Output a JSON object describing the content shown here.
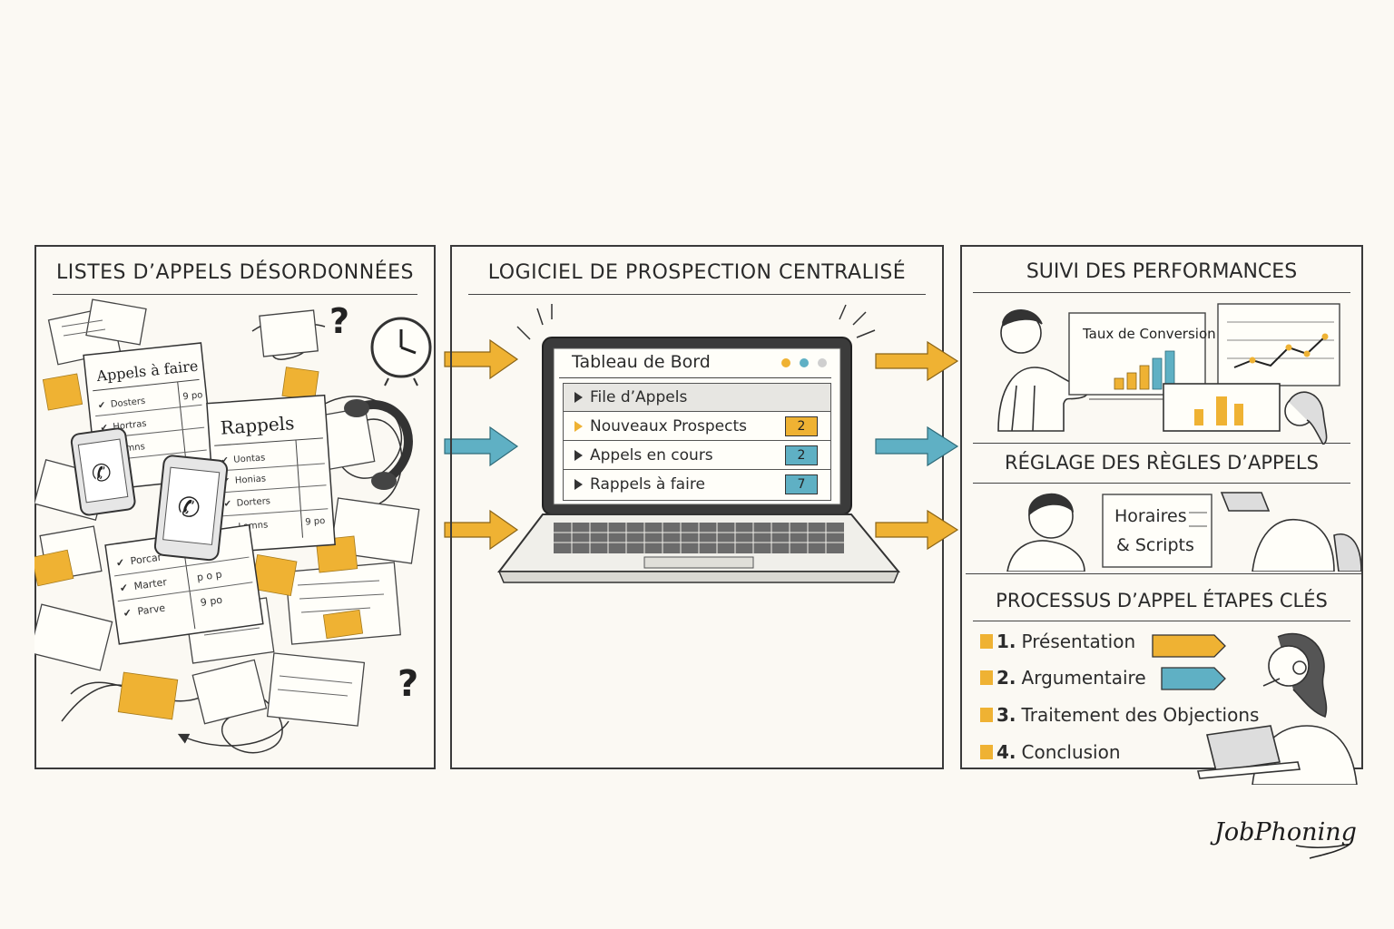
{
  "panels": {
    "left": {
      "title": "LISTES D’APPELS DÉSORDONNÉES"
    },
    "middle": {
      "title": "LOGICIEL DE PROSPECTION CENTRALISÉ"
    },
    "right_top": {
      "title": "SUIVI DES PERFORMANCES"
    },
    "right_mid": {
      "title": "RÉGLAGE DES RÈGLES D’APPELS"
    },
    "right_bottom": {
      "title": "PROCESSUS D’APPEL ÉTAPES CLÉS"
    }
  },
  "messy": {
    "sheet1_title": "Appels à faire",
    "sheet1_rows": [
      "Dosters",
      "Hortras",
      "Lomns"
    ],
    "sheet1_time": "9 po",
    "sheet2_title": "Rappels",
    "sheet2_rows": [
      "Uontas",
      "Honias",
      "Dorters",
      "Lomns"
    ],
    "sheet2_time": "9 po",
    "sheet3_rows": [
      "Porcar",
      "Marter",
      "Parve"
    ],
    "sheet3_cells": [
      "9 p",
      "p o p",
      "9 po"
    ],
    "question_mark": "?"
  },
  "dashboard": {
    "title": "Tableau de Bord",
    "rows": [
      {
        "label": "File d’Appels",
        "badge": ""
      },
      {
        "label": "Nouveaux Prospects",
        "badge": "2"
      },
      {
        "label": "Appels en cours",
        "badge": "2"
      },
      {
        "label": "Rappels à faire",
        "badge": "7"
      }
    ]
  },
  "performance": {
    "board_label": "Taux de Conversion"
  },
  "rules": {
    "card_line1": "Horaires",
    "card_line2": "& Scripts"
  },
  "steps": [
    {
      "num": "1.",
      "label": "Présentation"
    },
    {
      "num": "2.",
      "label": "Argumentaire"
    },
    {
      "num": "3.",
      "label": "Traitement des Objections"
    },
    {
      "num": "4.",
      "label": "Conclusion"
    }
  ],
  "brand": "JobPhoning",
  "colors": {
    "yellow": "#efb233",
    "teal": "#5fb0c4",
    "ink": "#2b2b2b",
    "paper": "#fbf9f3"
  }
}
